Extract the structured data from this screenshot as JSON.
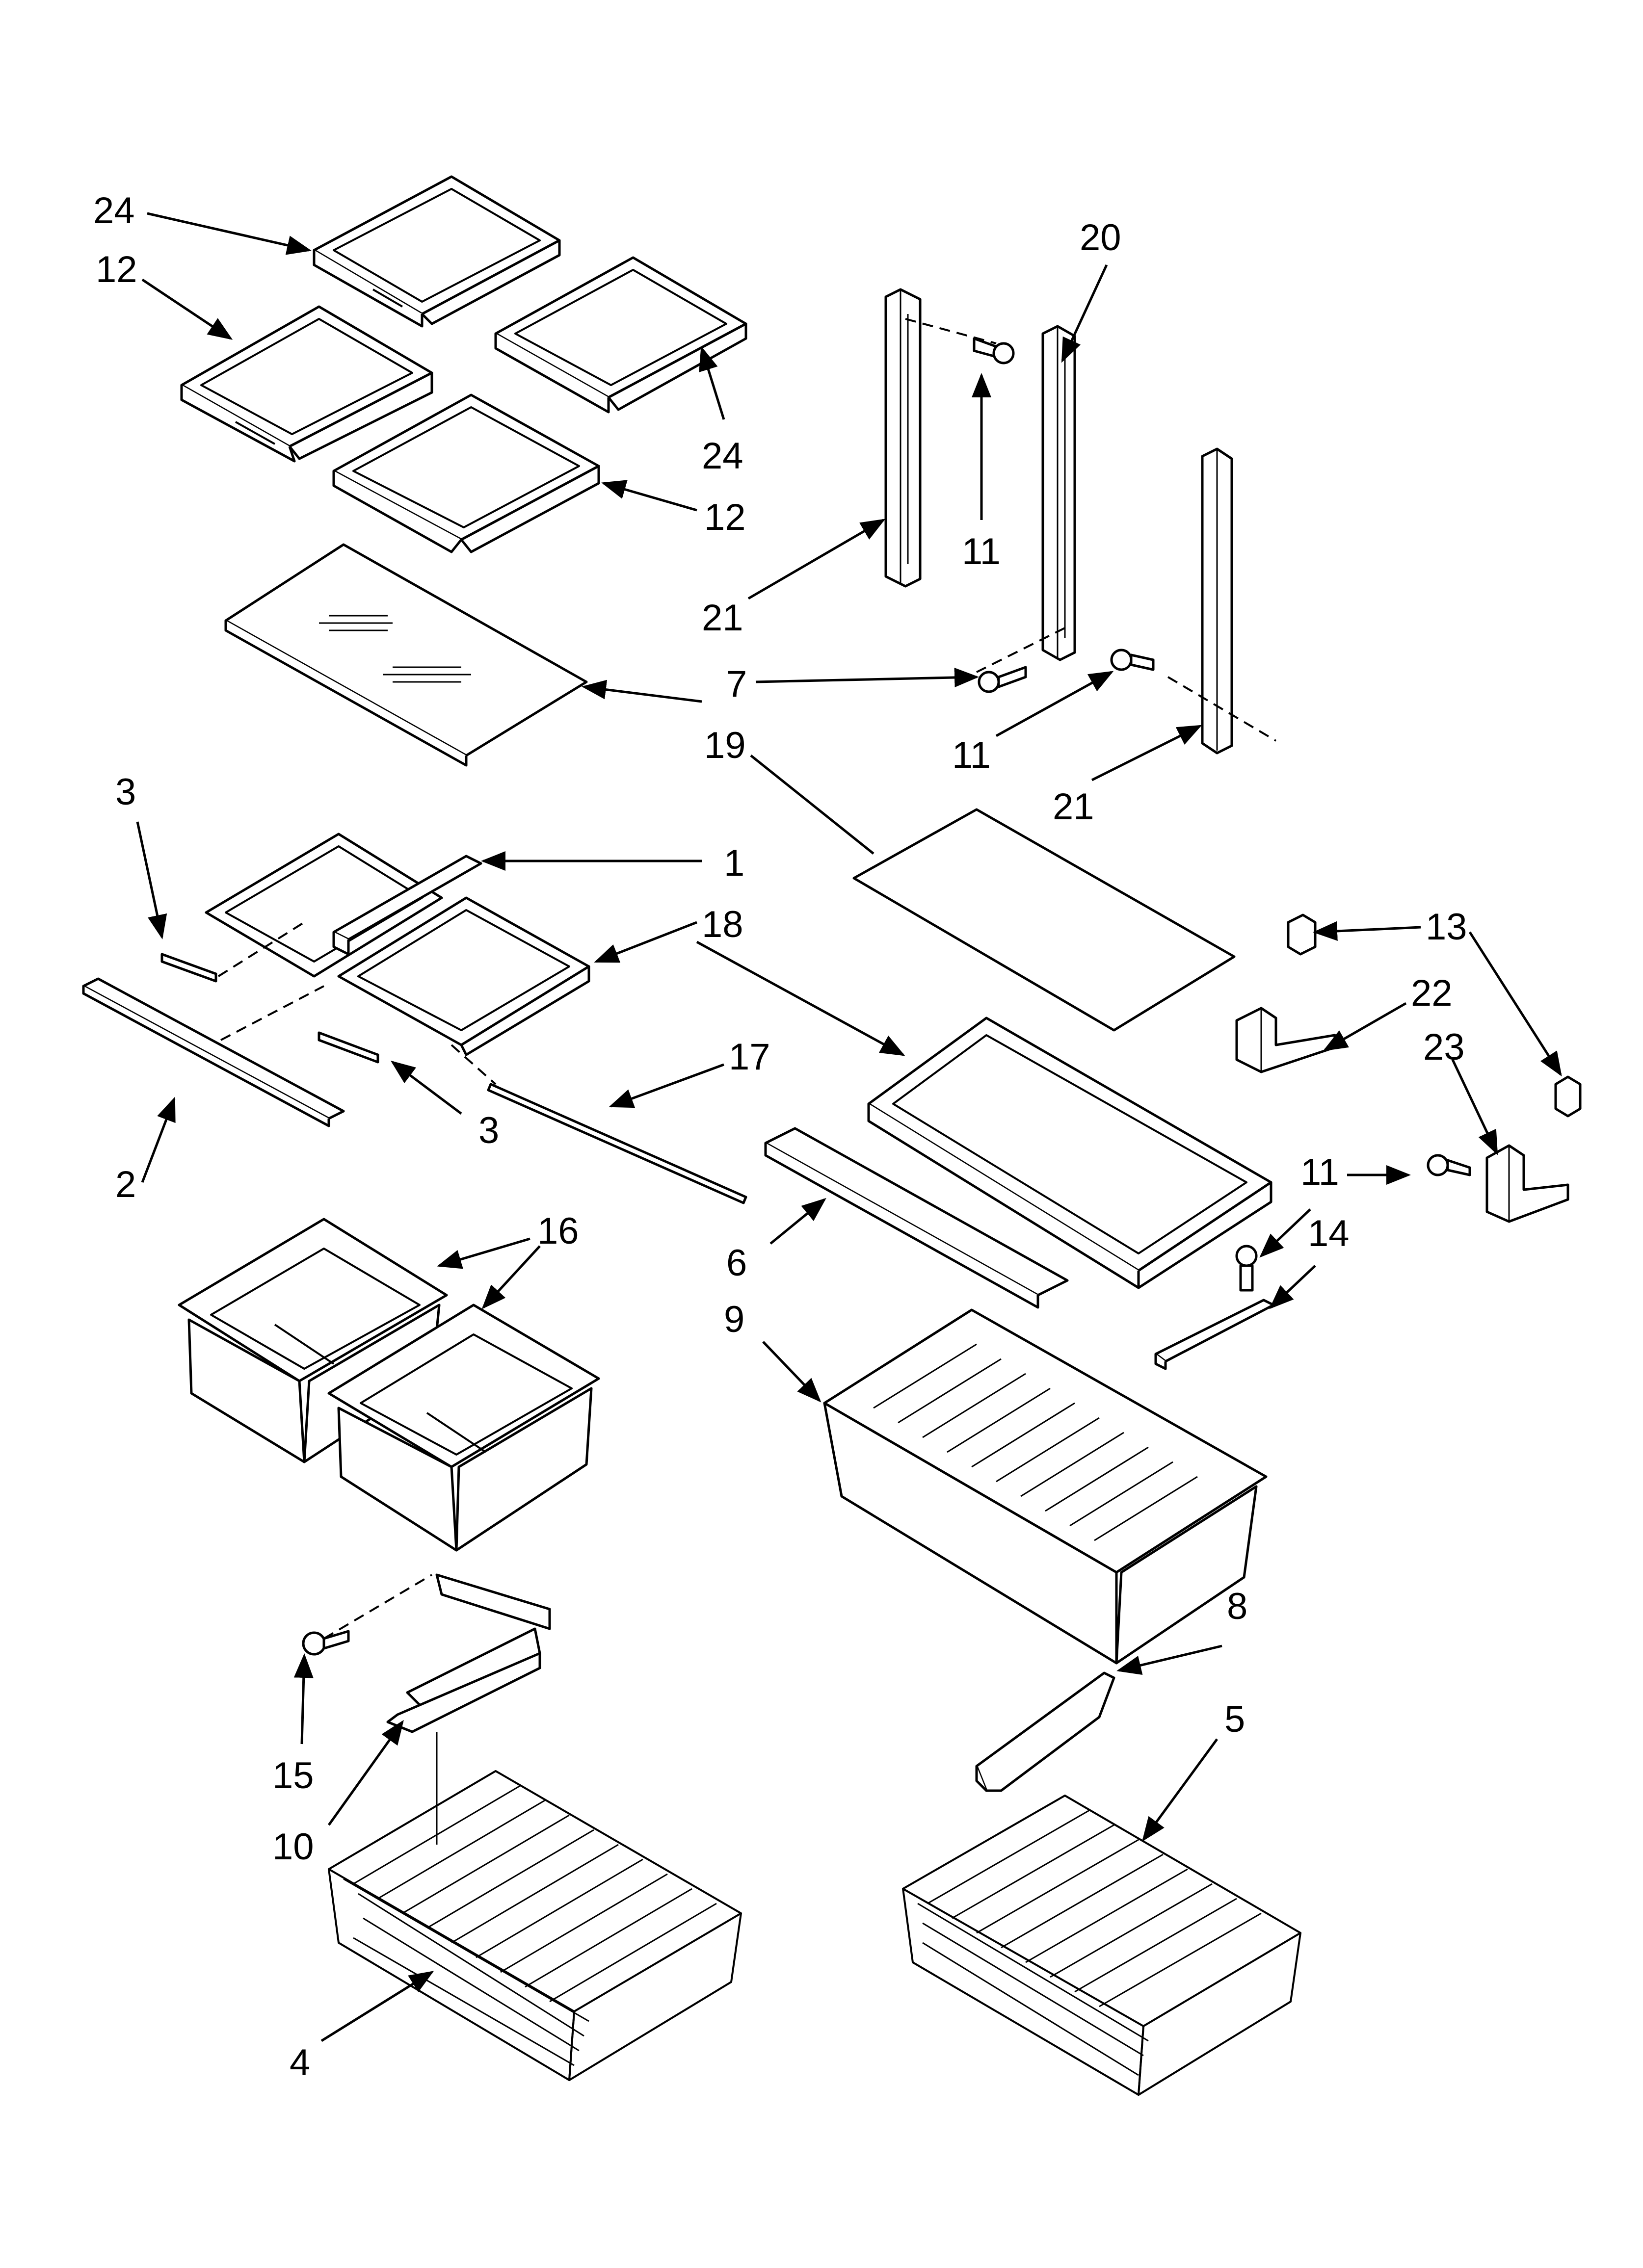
{
  "callouts": [
    {
      "id": "c24a",
      "text": "24"
    },
    {
      "id": "c12a",
      "text": "12"
    },
    {
      "id": "c24b",
      "text": "24"
    },
    {
      "id": "c12b",
      "text": "12"
    },
    {
      "id": "c20",
      "text": "20"
    },
    {
      "id": "c11a",
      "text": "11"
    },
    {
      "id": "c21a",
      "text": "21"
    },
    {
      "id": "c7",
      "text": "7"
    },
    {
      "id": "c11b",
      "text": "11"
    },
    {
      "id": "c21b",
      "text": "21"
    },
    {
      "id": "c19",
      "text": "19"
    },
    {
      "id": "c3a",
      "text": "3"
    },
    {
      "id": "c1",
      "text": "1"
    },
    {
      "id": "c18",
      "text": "18"
    },
    {
      "id": "c17",
      "text": "17"
    },
    {
      "id": "c2",
      "text": "2"
    },
    {
      "id": "c3b",
      "text": "3"
    },
    {
      "id": "c13",
      "text": "13"
    },
    {
      "id": "c22",
      "text": "22"
    },
    {
      "id": "c23",
      "text": "23"
    },
    {
      "id": "c11c",
      "text": "11"
    },
    {
      "id": "c14",
      "text": "14"
    },
    {
      "id": "c16",
      "text": "16"
    },
    {
      "id": "c6",
      "text": "6"
    },
    {
      "id": "c9",
      "text": "9"
    },
    {
      "id": "c8",
      "text": "8"
    },
    {
      "id": "c5",
      "text": "5"
    },
    {
      "id": "c15",
      "text": "15"
    },
    {
      "id": "c10",
      "text": "10"
    },
    {
      "id": "c4",
      "text": "4"
    }
  ]
}
